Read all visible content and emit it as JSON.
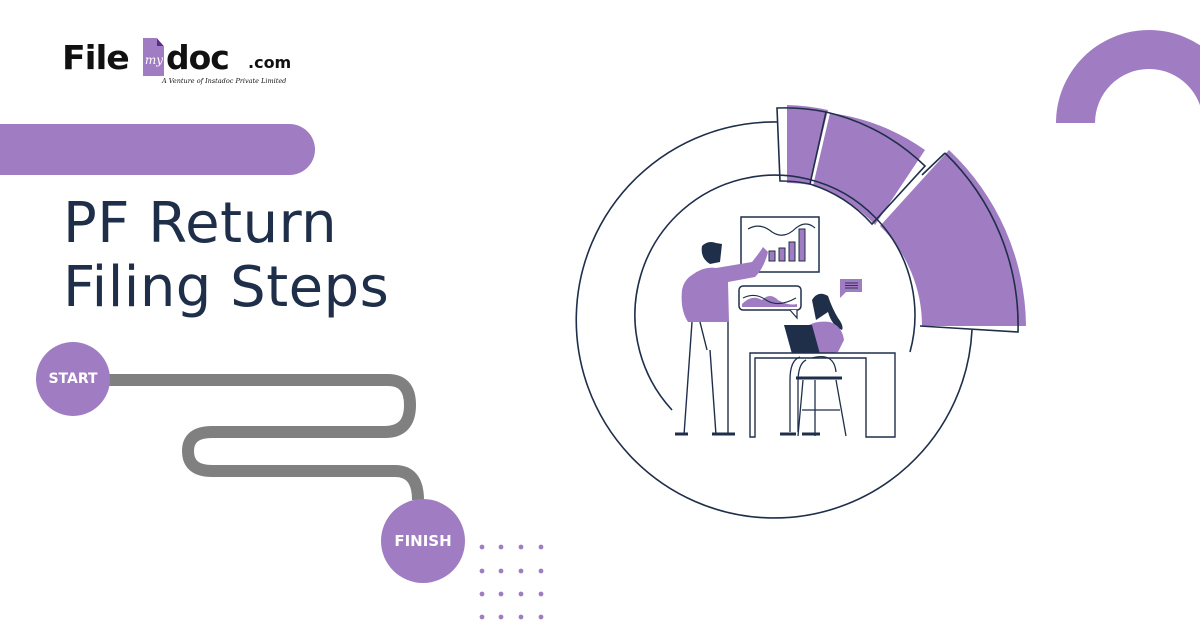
{
  "brand": {
    "name_part1": "File",
    "name_icon_text": "my",
    "name_part2": "doc",
    "domain_suffix": ".com",
    "tagline": "A Venture of Instadoc Private Limited",
    "logo_icon": "document-icon"
  },
  "hero": {
    "title_line1": "PF Return",
    "title_line2": "Filing Steps"
  },
  "roadmap": {
    "start_label": "START",
    "finish_label": "FINISH"
  },
  "illustration": {
    "description": "two-people-analyzing-charts",
    "elements": [
      "standing-man-pointing-at-chart",
      "bar-chart-board",
      "wave-chart-speech-bubble",
      "message-bubble",
      "woman-at-laptop-on-stool",
      "desk"
    ]
  },
  "colors": {
    "accent": "#A07CC2",
    "title": "#1F2F4A",
    "road": "#808080",
    "outline": "#1F2F4A",
    "background": "#FFFFFF"
  }
}
